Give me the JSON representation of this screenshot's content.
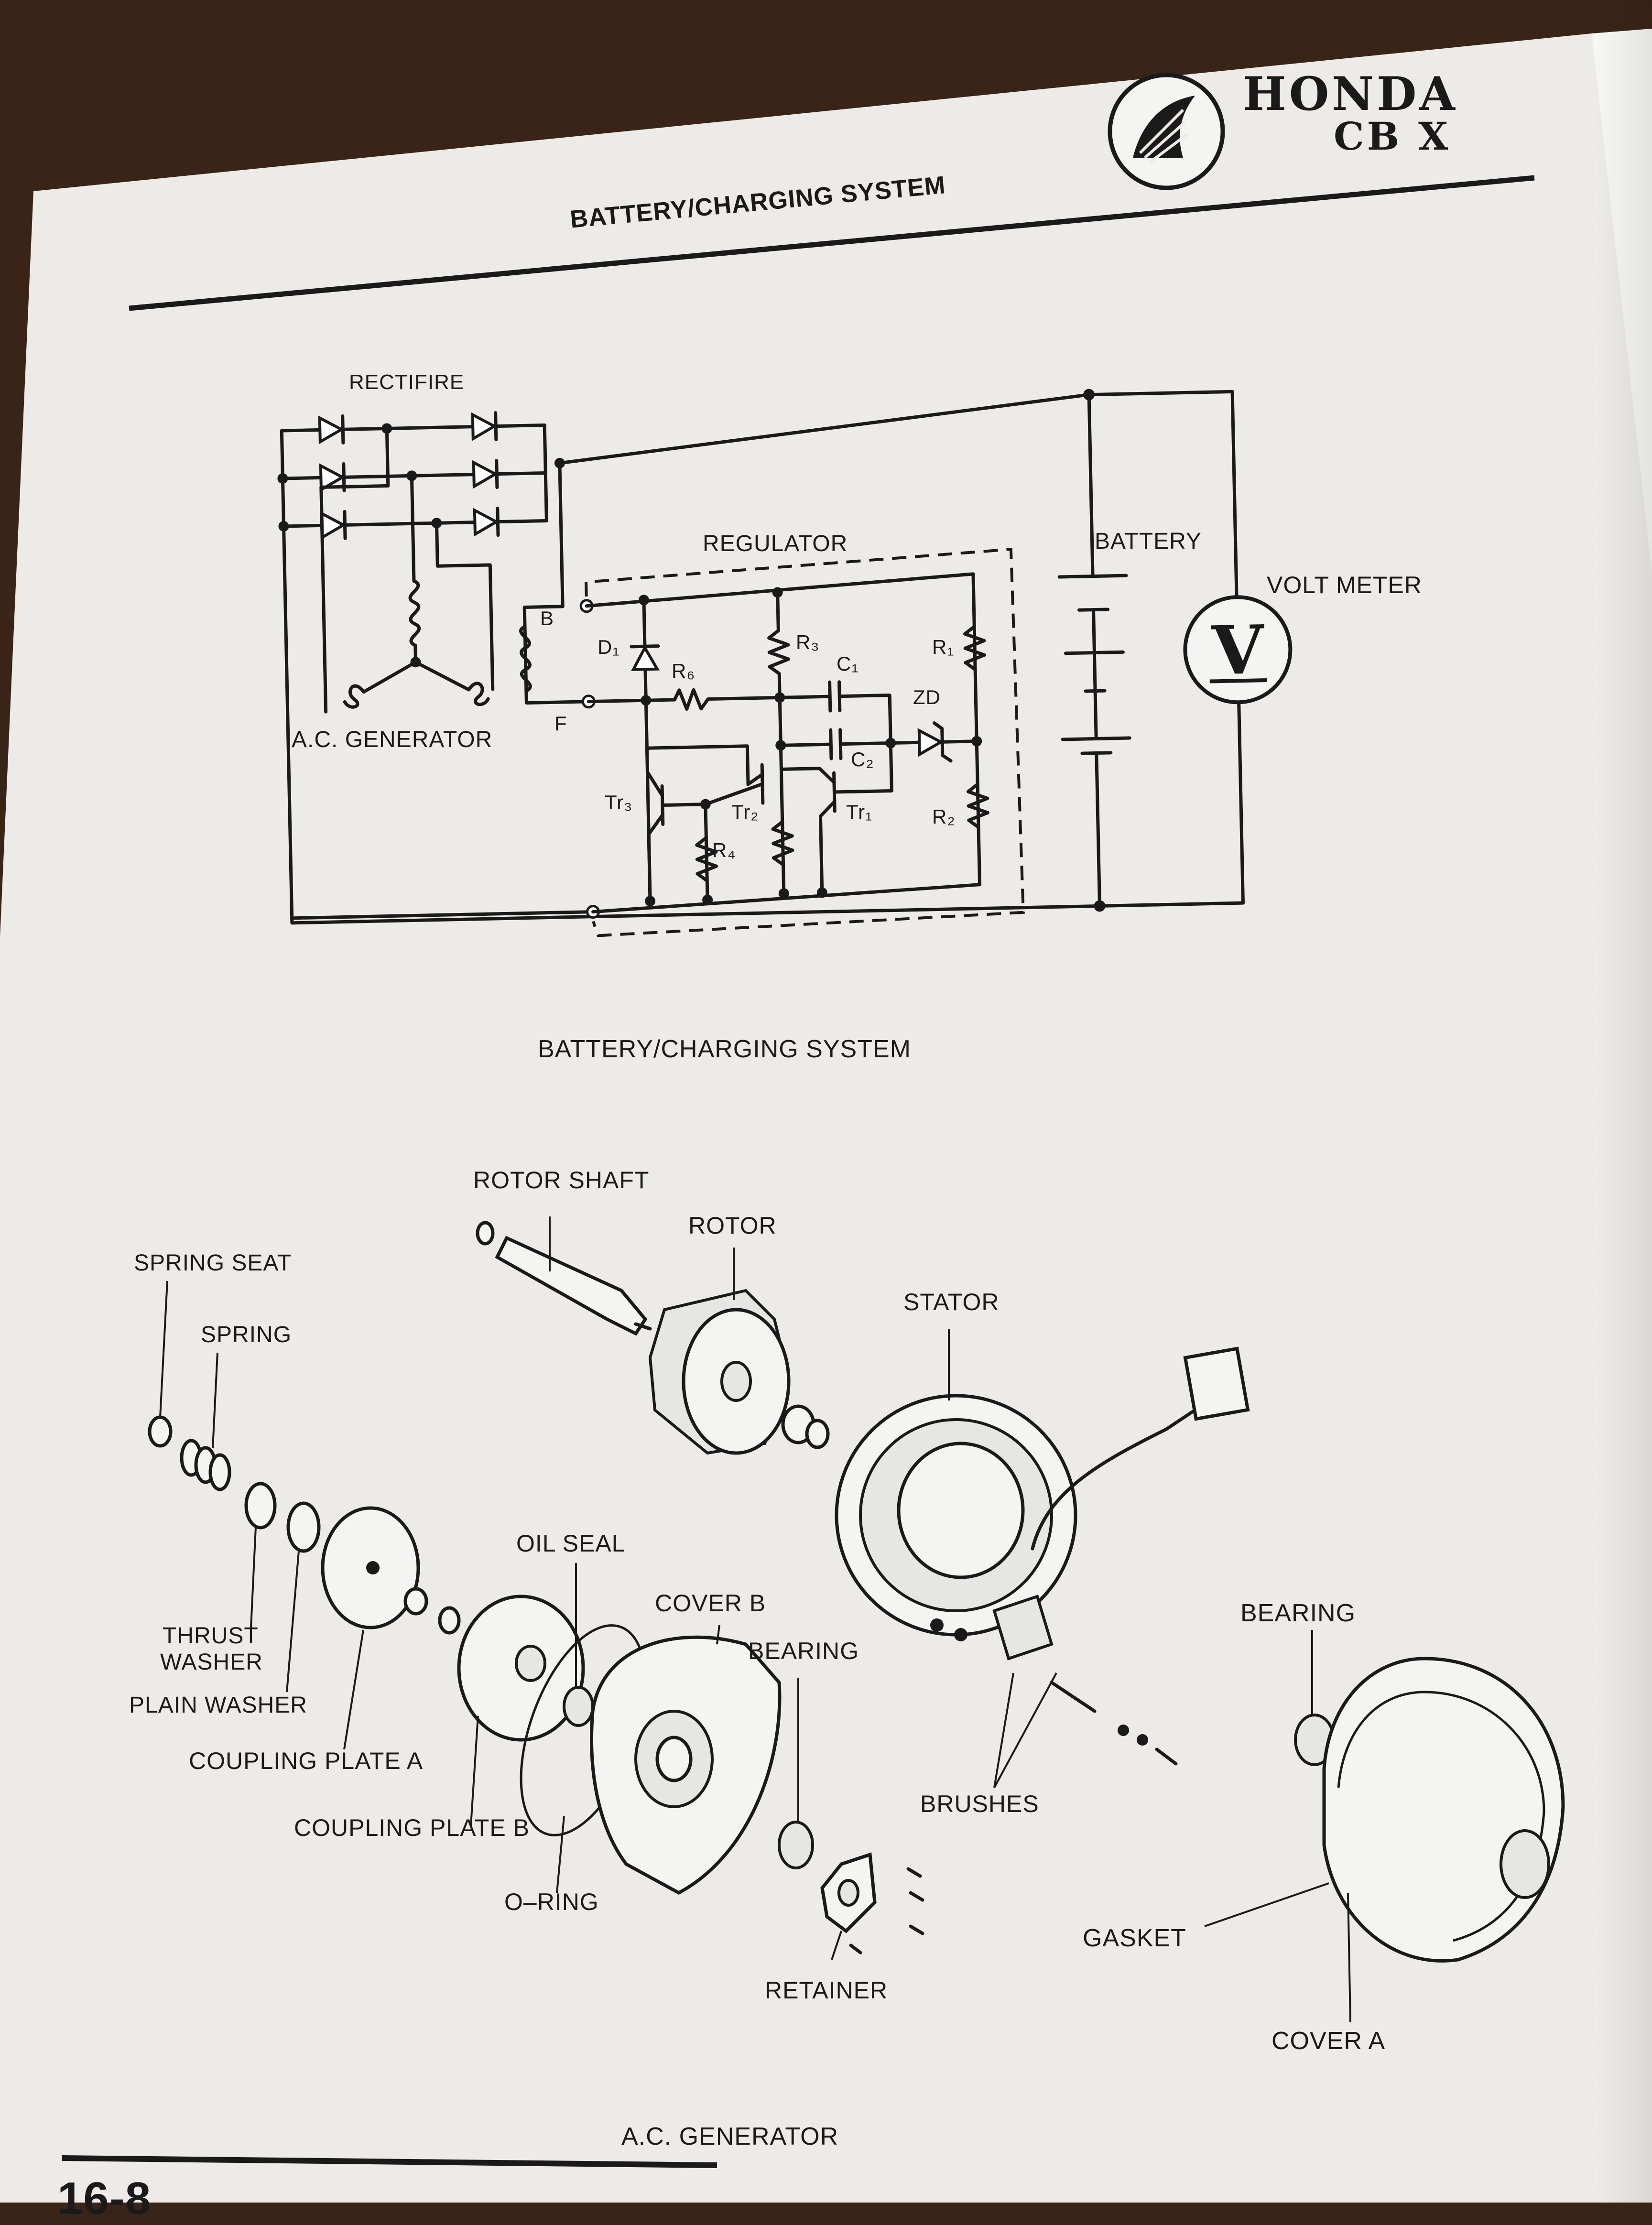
{
  "header": {
    "brand": "HONDA",
    "model": "CB X",
    "section_title": "BATTERY/CHARGING SYSTEM"
  },
  "schematic": {
    "caption": "BATTERY/CHARGING SYSTEM",
    "labels": {
      "rectifier": "RECTIFIRE",
      "regulator": "REGULATOR",
      "battery": "BATTERY",
      "volt_meter": "VOLT METER",
      "volt_symbol": "V",
      "ac_generator": "A.C. GENERATOR",
      "terminal_b": "B",
      "terminal_f": "F",
      "d1": "D₁",
      "r6": "R₆",
      "r3": "R₃",
      "c1": "C₁",
      "r1": "R₁",
      "zd": "ZD",
      "c2": "C₂",
      "tr3": "Tr₃",
      "tr2": "Tr₂",
      "tr1": "Tr₁",
      "r4": "R₄",
      "r2": "R₂"
    }
  },
  "exploded": {
    "caption": "A.C. GENERATOR",
    "labels": {
      "rotor_shaft": "ROTOR SHAFT",
      "rotor": "ROTOR",
      "stator": "STATOR",
      "spring_seat": "SPRING SEAT",
      "spring": "SPRING",
      "thrust_washer_1": "THRUST",
      "thrust_washer_2": "WASHER",
      "plain_washer": "PLAIN WASHER",
      "coupling_plate_a": "COUPLING PLATE A",
      "coupling_plate_b": "COUPLING PLATE B",
      "oil_seal": "OIL SEAL",
      "cover_b": "COVER B",
      "bearing_left": "BEARING",
      "o_ring": "O–RING",
      "retainer": "RETAINER",
      "brushes": "BRUSHES",
      "bearing_right": "BEARING",
      "gasket": "GASKET",
      "cover_a": "COVER A"
    }
  },
  "footer": {
    "page_number": "16-8"
  }
}
